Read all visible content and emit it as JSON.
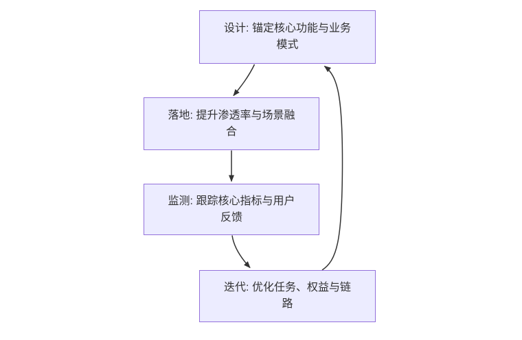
{
  "diagram": {
    "type": "flowchart",
    "direction": "top-down",
    "nodes": [
      {
        "id": "design",
        "label": "设计: 锚定核心功能与业务\n模式"
      },
      {
        "id": "landing",
        "label": "落地: 提升渗透率与场景融\n合"
      },
      {
        "id": "monitor",
        "label": "监测: 跟踪核心指标与用户\n反馈"
      },
      {
        "id": "iterate",
        "label": "迭代: 优化任务、权益与链\n路"
      }
    ],
    "edges": [
      {
        "from": "design",
        "to": "landing"
      },
      {
        "from": "landing",
        "to": "monitor"
      },
      {
        "from": "monitor",
        "to": "iterate"
      },
      {
        "from": "iterate",
        "to": "design"
      }
    ],
    "colors": {
      "background": "#FFFFFF",
      "node_fill": "#ECECFF",
      "node_border": "#9370DB",
      "edge": "#333333",
      "text": "#333333"
    }
  }
}
